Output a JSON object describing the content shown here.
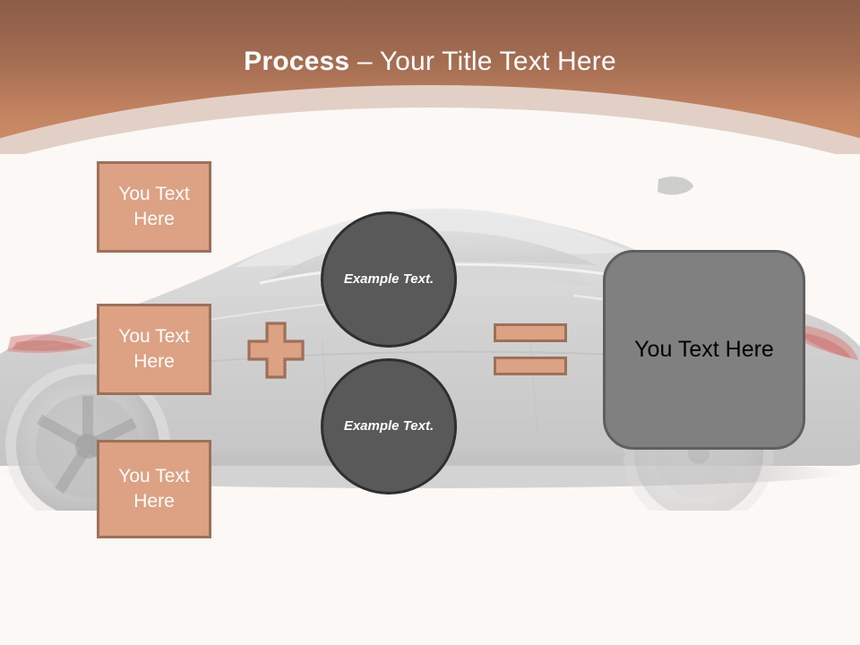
{
  "slide": {
    "background_color": "#fbf8f5",
    "title": {
      "bold_part": "Process",
      "separator": " – ",
      "light_part": "Your Title Text Here",
      "color": "#ffffff"
    },
    "header": {
      "gradient_top": "#8b5d47",
      "gradient_bottom": "#d29169",
      "arc_color": "#e2d0c6"
    }
  },
  "theme": {
    "accent_fill": "#dda183",
    "accent_border": "#9c7159",
    "circle_fill": "#595959",
    "circle_border": "#2f2f2f",
    "result_fill": "#808080",
    "result_border": "#5f5f5f"
  },
  "inputs": [
    {
      "label": "You Text Here"
    },
    {
      "label": "You Text Here"
    },
    {
      "label": "You Text Here"
    }
  ],
  "operators": {
    "plus": "plus-sign",
    "equals": "equals-sign"
  },
  "factors": [
    {
      "label": "Example Text."
    },
    {
      "label": "Example Text."
    }
  ],
  "result": {
    "label": "You Text Here"
  },
  "background_image": {
    "name": "sedan-car-silhouette",
    "description": "Faded light gray side view of a sedan"
  }
}
